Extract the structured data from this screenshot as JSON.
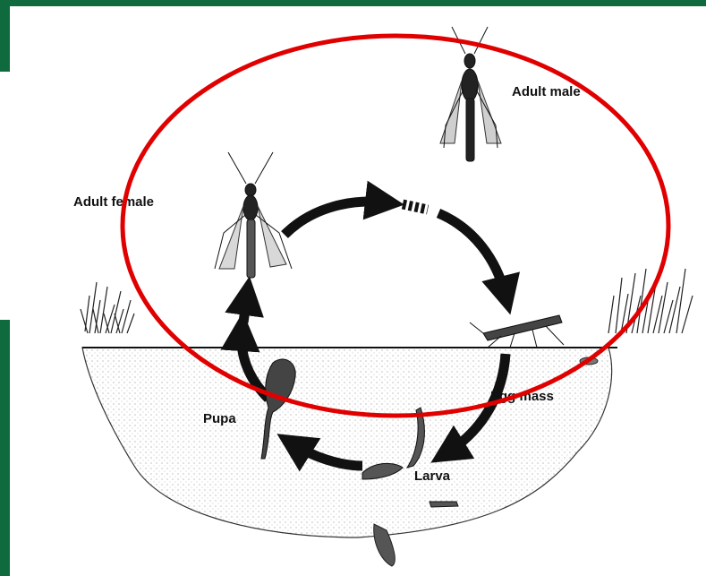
{
  "diagram": {
    "labels": {
      "adult_male": "Adult male",
      "adult_female": "Adult female",
      "egg_mass": "Egg mass",
      "pupa": "Pupa",
      "larva": "Larva"
    }
  },
  "colors": {
    "frame_green": "#0f6b3d",
    "highlight_red": "#e00000",
    "ink": "#111111"
  }
}
